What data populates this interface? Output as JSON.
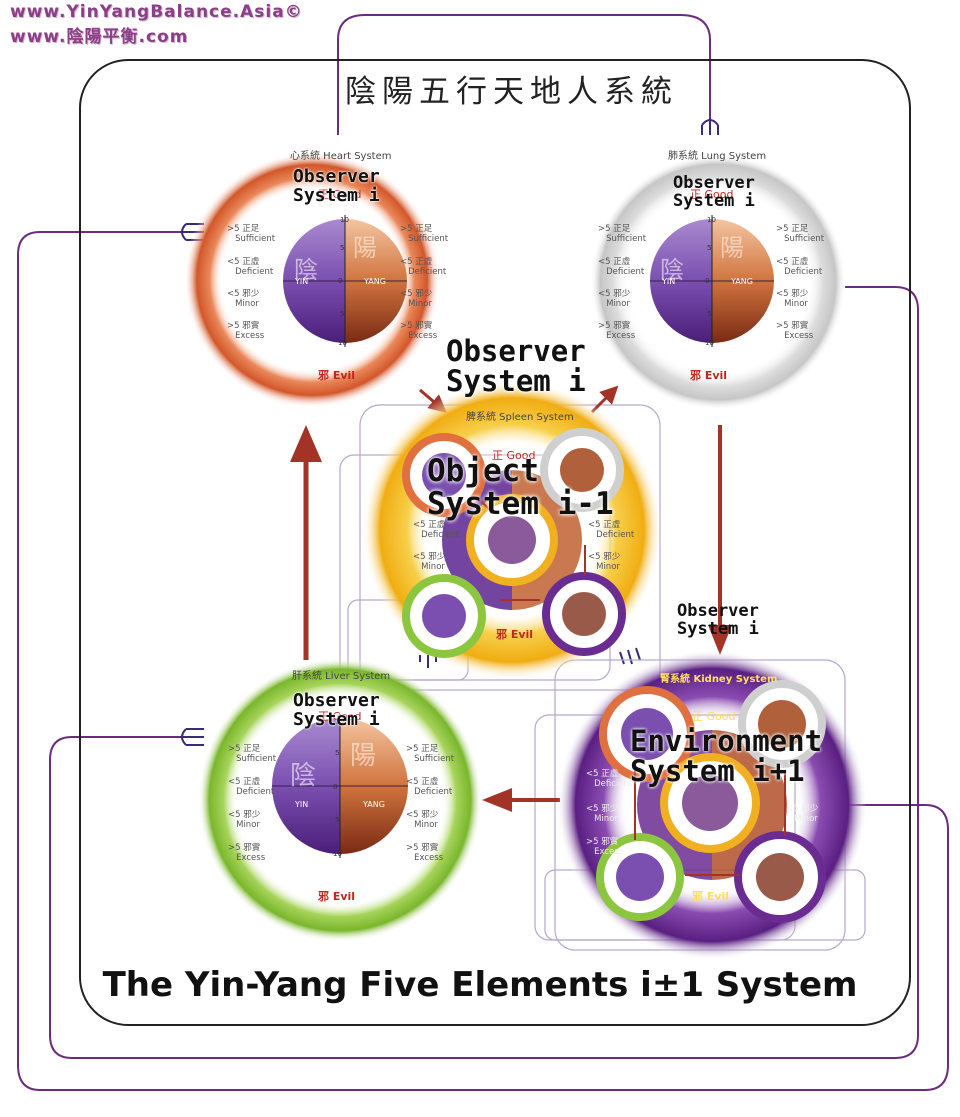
{
  "watermark": {
    "line1": "www.YinYangBalance.Asia©",
    "line2": "www.陰陽平衡.com"
  },
  "title_cn": "陰陽五行天地人系統",
  "footer_title": "The Yin-Yang Five Elements i±1 System",
  "overlays": {
    "heart": "Observer\nSystem i",
    "lung": "Observer\nSystem i",
    "center_observer": "Observer\nSystem i",
    "object": "Object\nSystem i-1",
    "kidney_observer": "Observer\nSystem i",
    "liver": "Observer\nSystem i",
    "environment": "Environment\nSystem i+1"
  },
  "systems": {
    "heart": "心系統 Heart System",
    "lung": "肺系統 Lung System",
    "spleen": "脾系統 Spleen System",
    "liver": "肝系統 Liver System",
    "kidney": "腎系統 Kidney System"
  },
  "dial": {
    "good": "正 Good",
    "evil": "邪 Evil",
    "yin": "YIN",
    "yang": "YANG",
    "yin_char": "陰",
    "yang_char": "陽",
    "left_labels": [
      ">5 正足\n   Sufficient",
      "<5 正虛\n   Deficient",
      "<5 邪少\n   Minor",
      ">5 邪實\n   Excess"
    ],
    "right_labels": [
      ">5 正足\n   Sufficient",
      "<5 正虛\n   Deficient",
      "<5 邪少\n   Minor",
      ">5 邪實\n   Excess"
    ],
    "ticks": [
      "10",
      "5",
      "0",
      "5",
      "10"
    ]
  },
  "colors": {
    "heart": "#e06a35",
    "lung": "#cfcfcf",
    "spleen": "#f2b81c",
    "liver": "#8cc63f",
    "kidney": "#6a2c91",
    "arrow": "#a33327",
    "frame": "#222222",
    "connector": "#6b2c7f"
  }
}
